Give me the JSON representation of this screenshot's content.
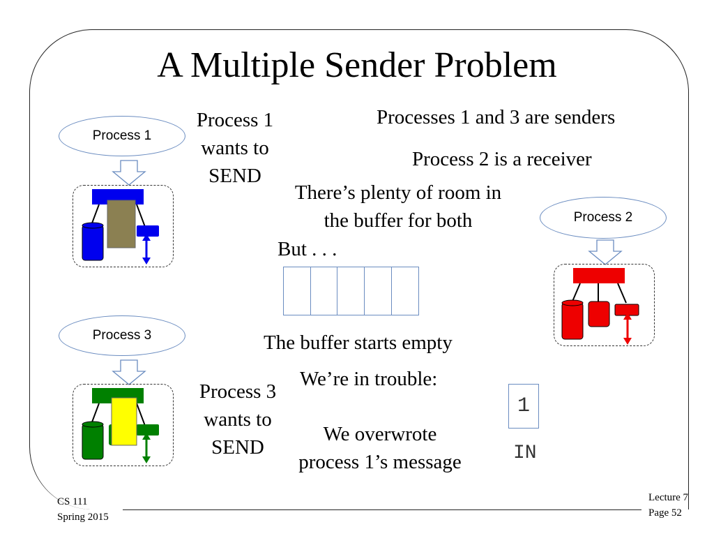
{
  "slide": {
    "title": "A Multiple Sender Problem",
    "footer_left": [
      "CS 111",
      "Spring 2015"
    ],
    "footer_right": [
      "Lecture 7",
      "Page 52"
    ]
  },
  "processes": [
    {
      "label": "Process 1",
      "color": "#0000ee",
      "payload_color": "#8b8052"
    },
    {
      "label": "Process 2",
      "color": "#ee0000"
    },
    {
      "label": "Process 3",
      "color": "#008000",
      "payload_color": "#ffff00"
    }
  ],
  "notes": {
    "p1_wants": [
      "Process 1",
      "wants to",
      "SEND"
    ],
    "p3_wants": [
      "Process 3",
      "wants to",
      "SEND"
    ],
    "senders": "Processes 1 and 3 are senders",
    "receiver": "Process 2 is a receiver",
    "plenty": [
      "There’s plenty of room in",
      "the buffer for both"
    ],
    "but": "But . . .",
    "buffer_empty": "The buffer starts empty",
    "trouble": "We’re in trouble:",
    "overwrote": [
      "We overwrote",
      "process 1’s message"
    ]
  },
  "buffer": {
    "cells": 5
  },
  "in_pointer": {
    "value": "1",
    "label": "IN"
  }
}
